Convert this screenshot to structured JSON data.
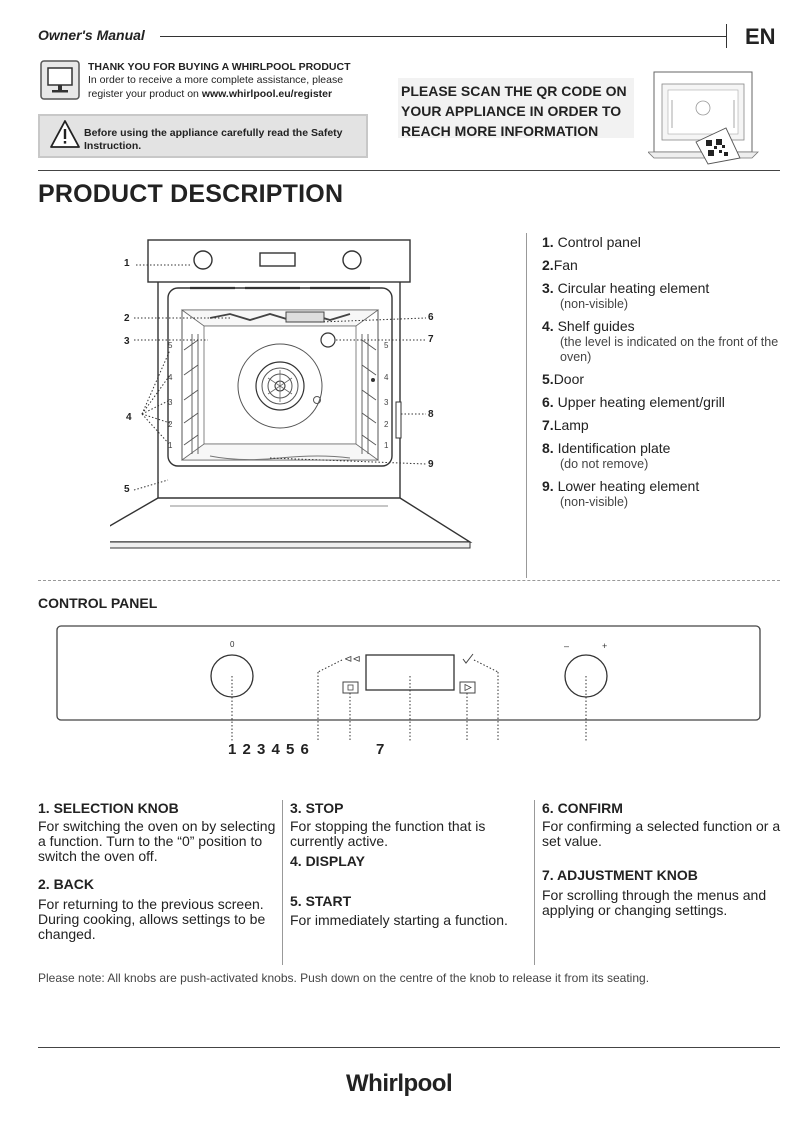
{
  "header": {
    "title": "Owner's Manual",
    "language": "EN"
  },
  "intro": {
    "thank_title": "THANK YOU FOR BUYING A WHIRLPOOL PRODUCT",
    "thank_line1": "In order to receive a more complete assistance, please",
    "thank_line2_prefix": "register your product on ",
    "thank_url": "www.whirlpool.eu/register",
    "warning": "Before using the appliance carefully read the Safety Instruction.",
    "qr_text": "PLEASE SCAN THE QR CODE ON YOUR APPLIANCE IN ORDER TO REACH MORE INFORMATION"
  },
  "product": {
    "title": "PRODUCT DESCRIPTION",
    "callouts": [
      "1",
      "2",
      "3",
      "4",
      "5",
      "6",
      "7",
      "8",
      "9"
    ],
    "shelf_levels_left": [
      "5",
      "4",
      "3",
      "2",
      "1"
    ],
    "shelf_levels_right": [
      "5",
      "4",
      "3",
      "2",
      "1"
    ],
    "parts": [
      {
        "num": "1.",
        "label": "Control panel",
        "sub": ""
      },
      {
        "num": "2.",
        "label": "Fan",
        "sub": ""
      },
      {
        "num": "3.",
        "label": "Circular heating element",
        "sub": "(non-visible)"
      },
      {
        "num": "4.",
        "label": "Shelf guides",
        "sub": "(the level is indicated on the front of the oven)"
      },
      {
        "num": "5.",
        "label": "Door",
        "sub": ""
      },
      {
        "num": "6.",
        "label": "Upper heating element/grill",
        "sub": ""
      },
      {
        "num": "7.",
        "label": "Lamp",
        "sub": ""
      },
      {
        "num": "8.",
        "label": "Identification plate",
        "sub": "(do not remove)"
      },
      {
        "num": "9.",
        "label": "Lower heating element",
        "sub": "(non-visible)"
      }
    ]
  },
  "control_panel": {
    "title": "CONTROL PANEL",
    "knob_left_mark": "0",
    "knob_right_minus": "–",
    "knob_right_plus": "+",
    "nums": "1 2 3 4 5 6",
    "num7": "7",
    "items": {
      "selection_title": "1. SELECTION KNOB",
      "selection_text": "For switching the oven on by selecting a function. Turn to the “0” position to switch the oven off.",
      "back_title": "2. BACK",
      "back_text1": "For returning to the previous screen.",
      "back_text2": "During cooking, allows settings to be changed.",
      "stop_title": "3. STOP",
      "stop_text": "For stopping the function that is currently active.",
      "display_title": "4. DISPLAY",
      "start_title": "5. START",
      "start_text": "For immediately starting a function.",
      "confirm_title": "6. CONFIRM",
      "confirm_text": "For confirming a selected function or a set value.",
      "adjust_title": "7. ADJUSTMENT KNOB",
      "adjust_text": "For scrolling through the menus and applying or changing settings."
    }
  },
  "note": "Please note: All knobs are push-activated knobs. Push down on the centre of the knob to release it from its seating.",
  "brand": "Whirlpool"
}
